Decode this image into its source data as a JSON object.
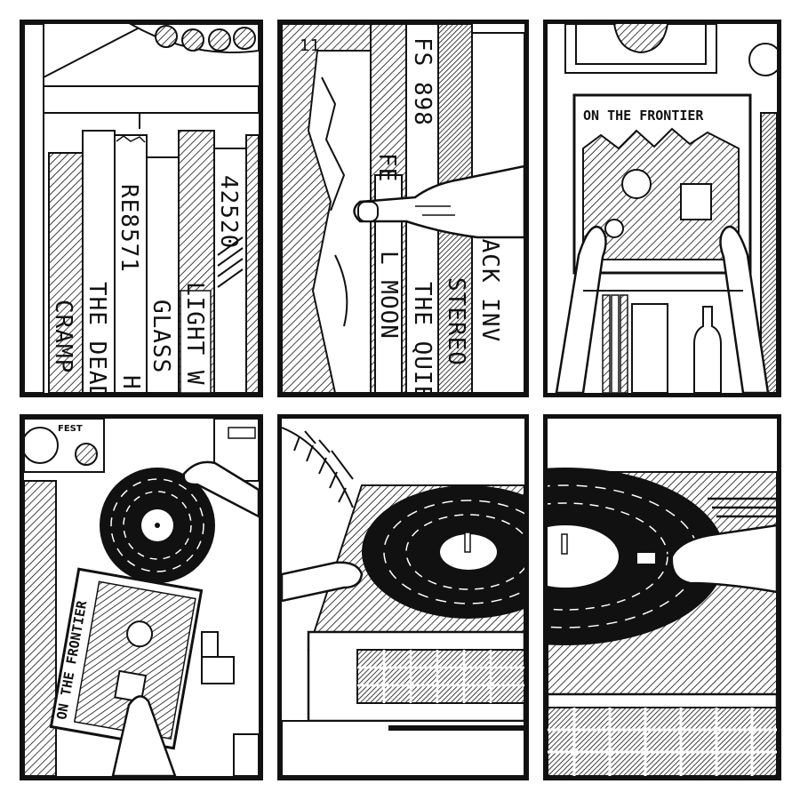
{
  "title": "Six-panel comic: picking a record and playing it",
  "colors": {
    "ink": "#111111",
    "paper": "#ffffff",
    "hatch": "#777777"
  },
  "panels": [
    {
      "name": "shelf-of-records",
      "spines": [
        "CRAMP",
        "THE DEAD",
        "RE8571",
        "H",
        "GLASS",
        "LIGHT W",
        "42520"
      ]
    },
    {
      "name": "pulling-a-record",
      "spines": [
        "11",
        "FE",
        "L MOON",
        "FS 898",
        "THE QUIE",
        "STEREO",
        "LACK INV"
      ]
    },
    {
      "name": "holding-album",
      "album_title": "ON THE FRONTIER"
    },
    {
      "name": "removing-vinyl",
      "album_title": "ON THE FRONTIER",
      "poster_text": "FEST"
    },
    {
      "name": "placing-record",
      "icon": "turntable-icon"
    },
    {
      "name": "dropping-needle",
      "icon": "tonearm-icon"
    }
  ]
}
